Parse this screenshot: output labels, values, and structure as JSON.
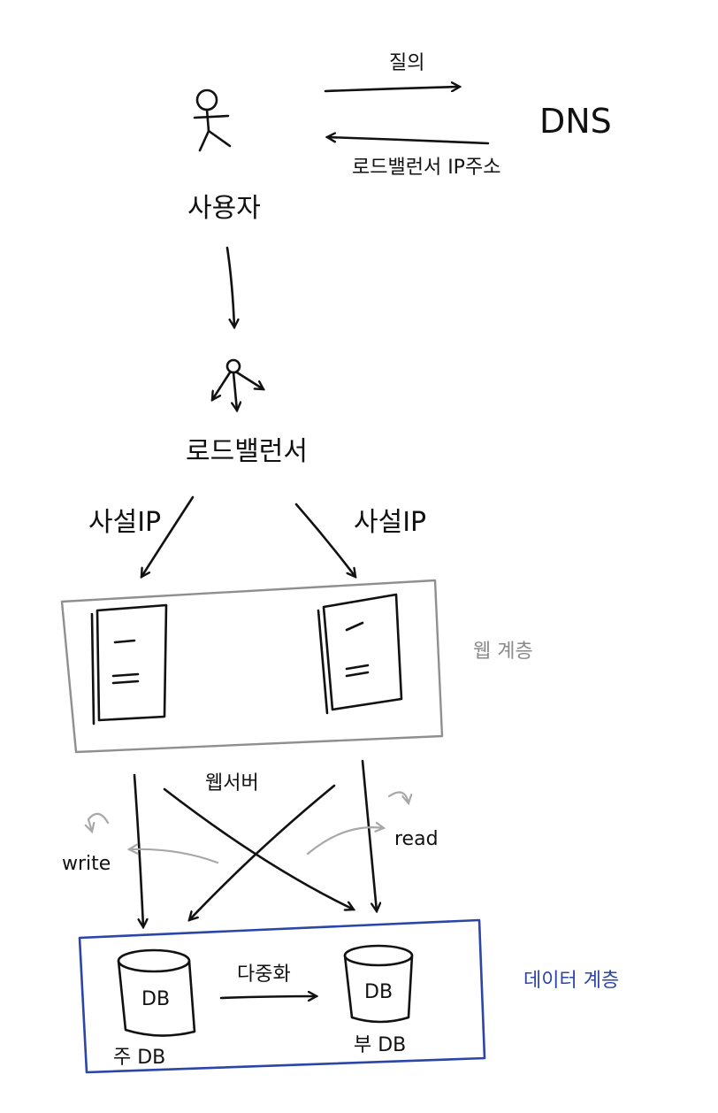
{
  "dns": {
    "label": "DNS",
    "query_label": "질의",
    "response_label": "로드밸런서 IP주소"
  },
  "user": {
    "label": "사용자"
  },
  "load_balancer": {
    "label": "로드밸런서"
  },
  "private_ip": {
    "left_label": "사설IP",
    "right_label": "사설IP"
  },
  "web_tier": {
    "label": "웹 계층",
    "server_label": "웹서버"
  },
  "ops": {
    "write_label": "write",
    "read_label": "read"
  },
  "data_tier": {
    "label": "데이터 계층",
    "db_label_left": "DB",
    "db_label_right": "DB",
    "primary_label": "주 DB",
    "replica_label": "부 DB",
    "replication_label": "다중화"
  },
  "colors": {
    "ink": "#111111",
    "web_tier_border": "#8f8f8f",
    "data_tier_border": "#2b45a8"
  }
}
